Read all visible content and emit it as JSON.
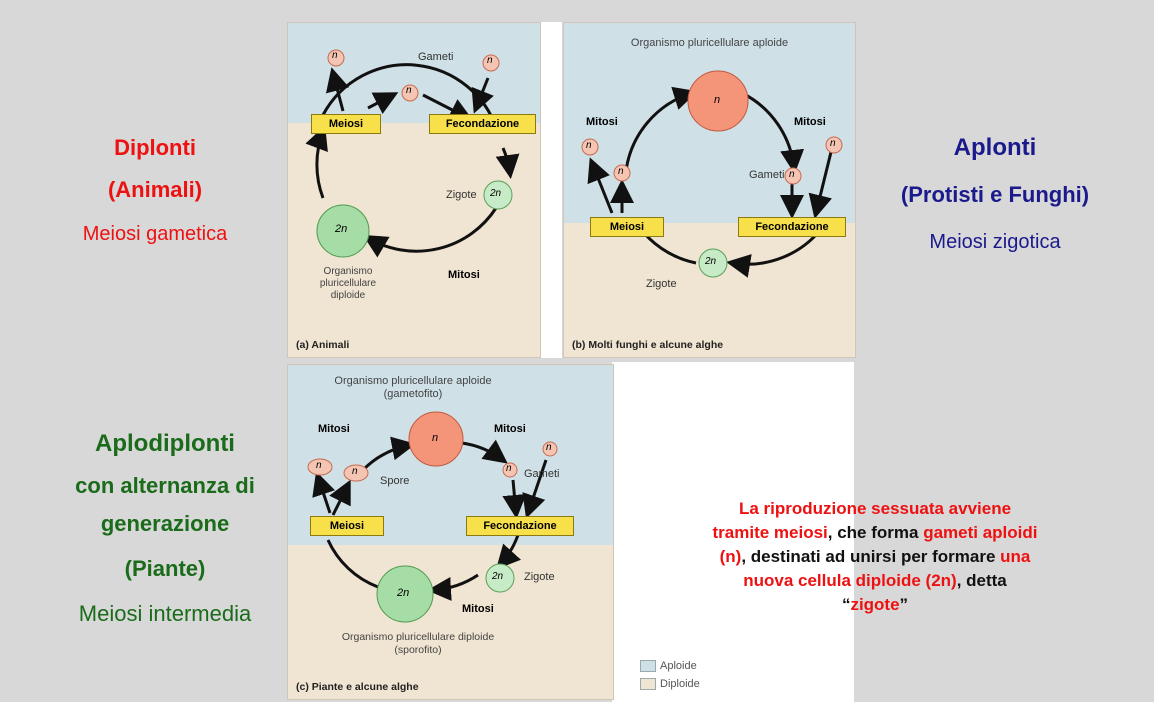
{
  "left_labels": {
    "diplonti": {
      "title": "Diplonti",
      "group": "(Animali)",
      "meiosis": "Meiosi gametica"
    },
    "aplodiplonti": {
      "title": "Aplodiplonti",
      "line1": "con alternanza di",
      "line2": "generazione",
      "group": "(Piante)",
      "meiosis": "Meiosi intermedia"
    }
  },
  "right_labels": {
    "aplonti": {
      "title": "Aplonti",
      "group": "(Protisti e Funghi)",
      "meiosis": "Meiosi zigotica"
    }
  },
  "panel_a": {
    "caption": "(a) Animali",
    "gameti": "Gameti",
    "meiosi": "Meiosi",
    "fecondazione": "Fecondazione",
    "zigote": "Zigote",
    "mitosi": "Mitosi",
    "organismo_1": "Organismo",
    "organismo_2": "pluricellulare",
    "organismo_3": "diploide",
    "n": "n",
    "two_n": "2n"
  },
  "panel_b": {
    "caption": "(b) Molti funghi e alcune alghe",
    "title": "Organismo pluricellulare aploide",
    "mitosi_left": "Mitosi",
    "mitosi_right": "Mitosi",
    "gameti": "Gameti",
    "meiosi": "Meiosi",
    "fecondazione": "Fecondazione",
    "zigote": "Zigote",
    "n": "n",
    "two_n": "2n"
  },
  "panel_c": {
    "caption": "(c) Piante e alcune alghe",
    "title_1": "Organismo pluricellulare aploide",
    "title_2": "(gametofito)",
    "mitosi_left": "Mitosi",
    "mitosi_right": "Mitosi",
    "mitosi_bottom": "Mitosi",
    "spore": "Spore",
    "gameti": "Gameti",
    "meiosi": "Meiosi",
    "fecondazione": "Fecondazione",
    "zigote": "Zigote",
    "bottom_1": "Organismo pluricellulare diploide",
    "bottom_2": "(sporofito)",
    "n": "n",
    "two_n": "2n"
  },
  "legend": {
    "aploide": "Aploide",
    "diploide": "Diploide"
  },
  "summary": {
    "p1": "La riproduzione sessuata avviene",
    "p2": "tramite meiosi",
    "p3": ", che forma ",
    "p4": "gameti aploidi",
    "p5": "(n)",
    "p6": ", destinati ad unirsi per formare ",
    "p7": "una",
    "p8": "nuova  cellula diploide (2n)",
    "p9": ", detta",
    "p10": "“",
    "p11": "zigote",
    "p12": "”"
  },
  "colors": {
    "red": "#ee1111",
    "navy": "#1a1a8c",
    "green": "#1a6b1a",
    "haploid_bg": "#cfe0e6",
    "diploid_bg": "#f0e4d2",
    "big_n": "#f4957a",
    "big_2n": "#a6dca6",
    "box": "#f7e04a"
  }
}
